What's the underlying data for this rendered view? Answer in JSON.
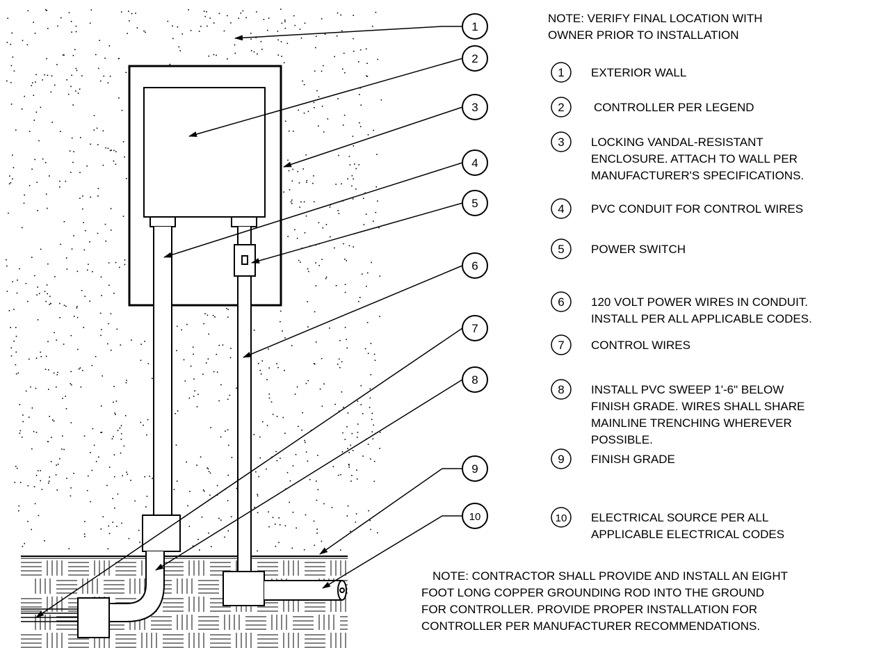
{
  "note_top": {
    "line1": "NOTE: VERIFY FINAL LOCATION WITH",
    "line2": "OWNER PRIOR TO INSTALLATION"
  },
  "callouts": [
    {
      "number": "1",
      "lines": [
        "EXTERIOR WALL"
      ]
    },
    {
      "number": "2",
      "lines": [
        "CONTROLLER PER LEGEND"
      ]
    },
    {
      "number": "3",
      "lines": [
        "LOCKING VANDAL-RESISTANT",
        "ENCLOSURE.  ATTACH TO WALL PER",
        "MANUFACTURER'S SPECIFICATIONS."
      ]
    },
    {
      "number": "4",
      "lines": [
        "PVC CONDUIT FOR CONTROL WIRES"
      ]
    },
    {
      "number": "5",
      "lines": [
        "POWER SWITCH"
      ]
    },
    {
      "number": "6",
      "lines": [
        "120 VOLT POWER WIRES IN CONDUIT.",
        "INSTALL PER ALL APPLICABLE  CODES."
      ]
    },
    {
      "number": "7",
      "lines": [
        "CONTROL WIRES"
      ]
    },
    {
      "number": "8",
      "lines": [
        "INSTALL PVC SWEEP 1'-6\" BELOW",
        "FINISH GRADE.  WIRES SHALL  SHARE",
        "MAINLINE TRENCHING  WHEREVER",
        "POSSIBLE."
      ]
    },
    {
      "number": "9",
      "lines": [
        "FINISH GRADE"
      ]
    },
    {
      "number": "10",
      "lines": [
        "ELECTRICAL SOURCE PER ALL",
        "APPLICABLE ELECTRICAL CODES"
      ]
    }
  ],
  "note_bottom": {
    "line1": "NOTE: CONTRACTOR SHALL PROVIDE AND INSTALL AN EIGHT",
    "line2": "FOOT LONG COPPER GROUNDING ROD INTO THE GROUND",
    "line3": "FOR CONTROLLER.  PROVIDE PROPER INSTALLATION FOR",
    "line4": "CONTROLLER PER MANUFACTURER RECOMMENDATIONS."
  }
}
